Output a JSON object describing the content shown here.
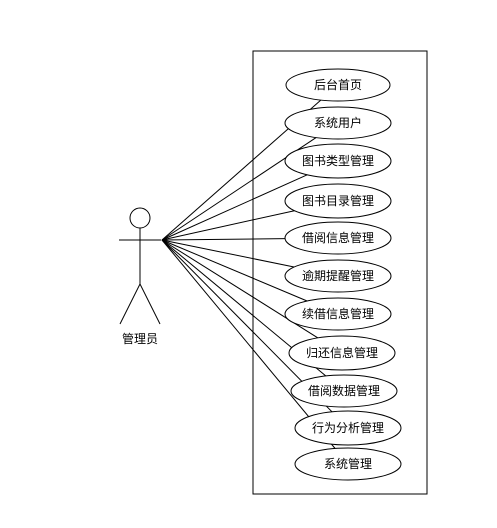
{
  "actor": {
    "label": "管理员"
  },
  "use_cases": [
    {
      "label": "后台首页"
    },
    {
      "label": "系统用户"
    },
    {
      "label": "图书类型管理"
    },
    {
      "label": "图书目录管理"
    },
    {
      "label": "借阅信息管理"
    },
    {
      "label": "逾期提醒管理"
    },
    {
      "label": "续借信息管理"
    },
    {
      "label": "归还信息管理"
    },
    {
      "label": "借阅数据管理"
    },
    {
      "label": "行为分析管理"
    },
    {
      "label": "系统管理"
    }
  ],
  "colors": {
    "stroke": "#000000",
    "background": "#ffffff"
  }
}
